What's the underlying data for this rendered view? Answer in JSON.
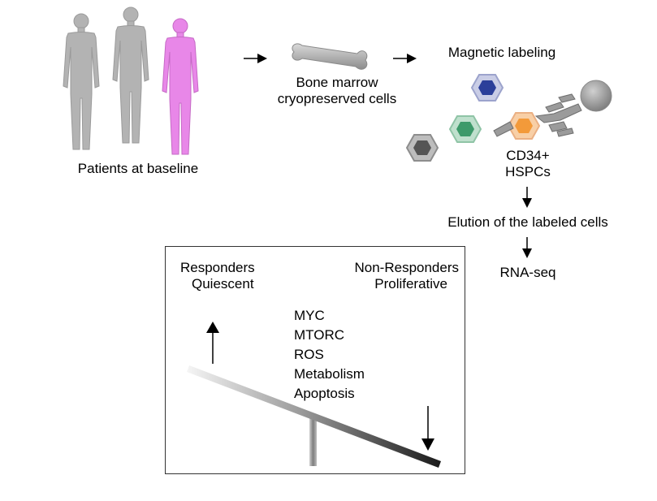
{
  "title_patients": "Patients at baseline",
  "bone_marrow": {
    "line1": "Bone marrow",
    "line2": "cryopreserved cells"
  },
  "magnetic_labeling": "Magnetic labeling",
  "cd34": {
    "line1": "CD34+",
    "line2": "HSPCs"
  },
  "elution": "Elution of the labeled cells",
  "rnaseq": "RNA-seq",
  "responders": {
    "line1": "Responders",
    "line2": "Quiescent"
  },
  "non_responders": {
    "line1": "Non-Responders",
    "line2": "Proliferative"
  },
  "factors": [
    "MYC",
    "MTORC",
    "ROS",
    "Metabolism",
    "Apoptosis"
  ],
  "colors": {
    "figure_gray": "#b3b3b3",
    "figure_highlight": "#e887e8",
    "cell_blue": "#2b3f9a",
    "cell_green": "#3d9a6a",
    "cell_gray": "#555555",
    "cell_orange": "#f39a3a"
  },
  "icons": [
    "human-figure-icon",
    "bone-icon",
    "cell-icon",
    "antibody-icon",
    "magnetic-bead-icon",
    "arrow-icon",
    "balance-scale-icon"
  ]
}
